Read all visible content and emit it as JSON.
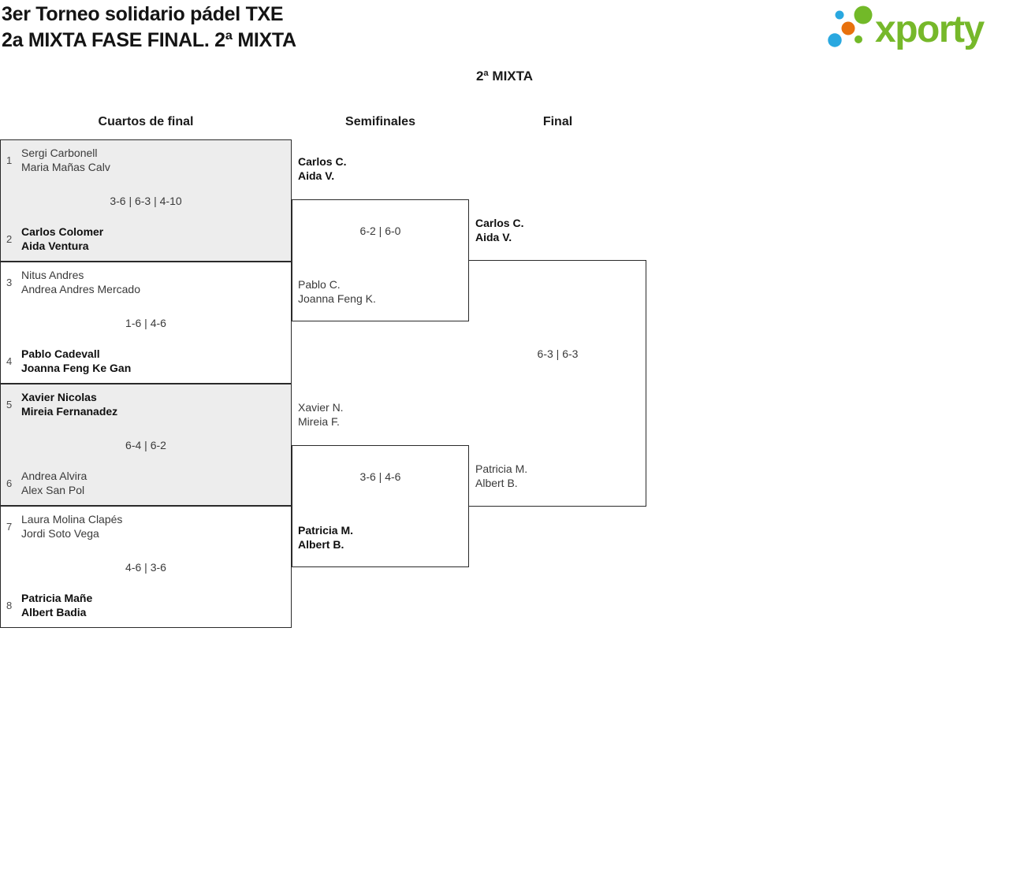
{
  "header": {
    "title_line1": "3er Torneo solidario pádel TXE",
    "title_line2": "2a MIXTA FASE FINAL. 2ª MIXTA"
  },
  "logo": {
    "brand": "xporty"
  },
  "category_title": "2ª MIXTA",
  "round_headers": {
    "quarterfinals": "Cuartos de final",
    "semifinals": "Semifinales",
    "final": "Final"
  },
  "quarterfinals": [
    {
      "seed_top": "1",
      "top1": "Sergi Carbonell",
      "top2": "Maria Mañas Calv",
      "score": "3-6 | 6-3 | 4-10",
      "seed_bottom": "2",
      "bottom1": "Carlos Colomer",
      "bottom2": "Aida Ventura",
      "winner": "bottom"
    },
    {
      "seed_top": "3",
      "top1": "Nitus Andres",
      "top2": "Andrea Andres Mercado",
      "score": "1-6 | 4-6",
      "seed_bottom": "4",
      "bottom1": "Pablo Cadevall",
      "bottom2": "Joanna Feng Ke Gan",
      "winner": "bottom"
    },
    {
      "seed_top": "5",
      "top1": "Xavier Nicolas",
      "top2": "Mireia Fernanadez",
      "score": "6-4 | 6-2",
      "seed_bottom": "6",
      "bottom1": "Andrea Alvira",
      "bottom2": "Alex San Pol",
      "winner": "top"
    },
    {
      "seed_top": "7",
      "top1": "Laura Molina Clapés",
      "top2": "Jordi Soto Vega",
      "score": "4-6 | 3-6",
      "seed_bottom": "8",
      "bottom1": "Patricia Mañe",
      "bottom2": "Albert Badia",
      "winner": "bottom"
    }
  ],
  "semifinals": [
    {
      "top1": "Carlos C.",
      "top2": "Aida V.",
      "score": "6-2 | 6-0",
      "bottom1": "Pablo C.",
      "bottom2": "Joanna Feng K.",
      "winner": "top"
    },
    {
      "top1": "Xavier N.",
      "top2": "Mireia F.",
      "score": "3-6 | 4-6",
      "bottom1": "Patricia M.",
      "bottom2": "Albert B.",
      "winner": "bottom"
    }
  ],
  "final": {
    "top1": "Carlos C.",
    "top2": "Aida V.",
    "score": "6-3 | 6-3",
    "bottom1": "Patricia M.",
    "bottom2": "Albert B.",
    "winner": "top"
  },
  "colors": {
    "brand_green": "#76b82a",
    "brand_blue": "#29a8e0",
    "brand_orange": "#e8710d",
    "box_shaded": "#ededed",
    "border": "#2a2a2a"
  }
}
